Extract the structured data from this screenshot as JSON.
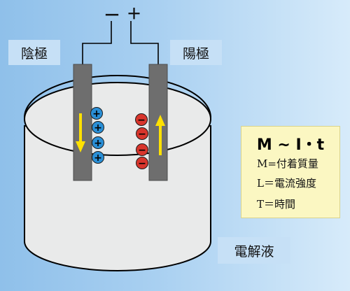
{
  "terminals": {
    "minus": "－",
    "plus": "＋"
  },
  "electrodes": {
    "cathode": "陰極",
    "anode": "陽極"
  },
  "electrolyte": "電解液",
  "formula": {
    "title": "M ~ I・t",
    "m_def": "M=付着質量",
    "l_def": "L＝電流強度",
    "t_def": "T＝時間"
  },
  "ions": {
    "cation_symbol": "+",
    "anion_symbol": "−",
    "cation_count": 4,
    "anion_count": 4
  },
  "colors": {
    "electrode": "#6e6e6e",
    "cation": "#2a8fd6",
    "anion": "#d8352c",
    "arrow": "#ffe100",
    "tank": "#e9eaea",
    "label_bg": "#c6e0f6",
    "formula_bg": "#fbf7c2"
  }
}
